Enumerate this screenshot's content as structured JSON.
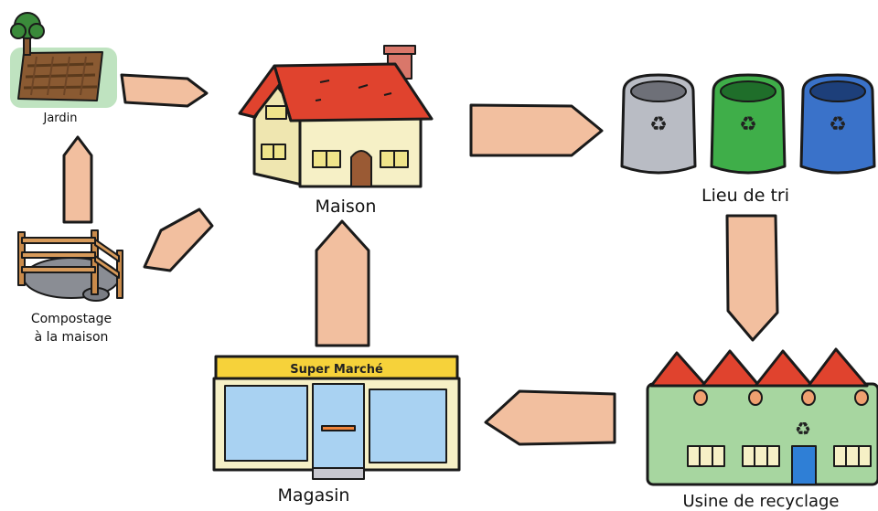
{
  "nodes": {
    "garden": {
      "label": "Jardin"
    },
    "house": {
      "label": "Maison"
    },
    "sorting": {
      "label": "Lieu de tri"
    },
    "factory": {
      "label": "Usine de recyclage"
    },
    "store": {
      "label": "Magasin",
      "sign": "Super Marché"
    },
    "compost": {
      "label_line1": "Compostage",
      "label_line2": "à la maison"
    }
  },
  "colors": {
    "arrow": "#f2bf9f",
    "roof": "#e0432e",
    "wall_cream": "#f6f0c6",
    "bin_grey": "#b9bcc4",
    "bin_green": "#3fae49",
    "bin_blue": "#3a72c9",
    "factory_green": "#a7d6a0",
    "store_yellow": "#f6d23a",
    "glass_blue": "#a9d2f2",
    "garden_bg": "#bfe3c0"
  },
  "icons": [
    "tree-icon",
    "recycle-icon",
    "door-icon",
    "window-icon",
    "chimney-icon"
  ]
}
